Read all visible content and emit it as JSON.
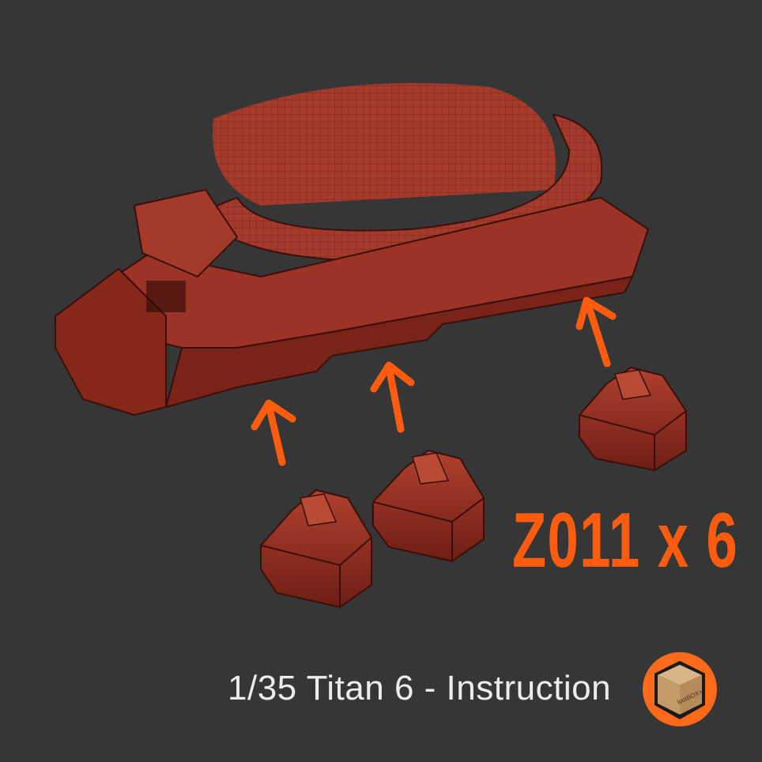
{
  "part_callout": {
    "text": "Z011 x 6",
    "color": "#ff5c0f"
  },
  "caption": {
    "text": "1/35 Titan 6 - Instruction",
    "color": "#ececec"
  },
  "logo": {
    "text": "lootBOX+",
    "ring_color": "#ff6a1a"
  },
  "model": {
    "color": "#8e2c20",
    "arrow_color": "#ff5c0f",
    "part_count_shown": 3
  },
  "background_color": "#363636"
}
